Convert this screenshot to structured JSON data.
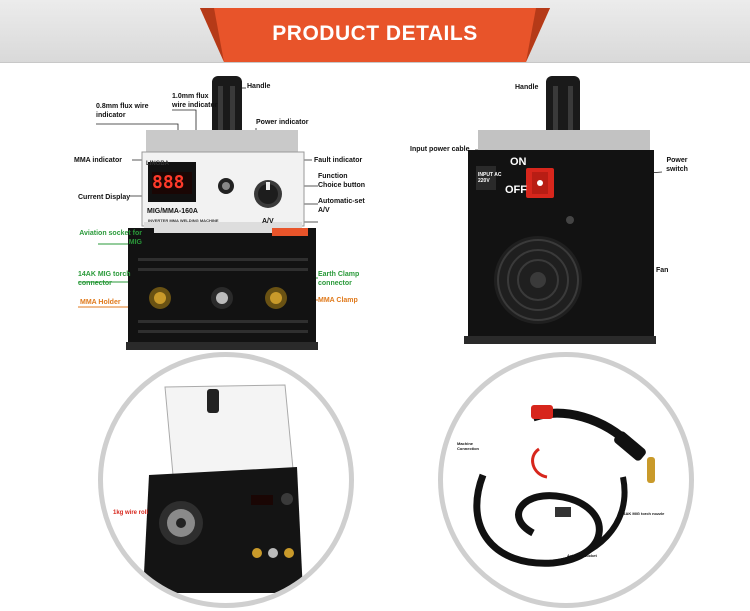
{
  "banner": {
    "title": "PRODUCT DETAILS",
    "color": "#e8542a"
  },
  "front": {
    "brand": "LINGBA",
    "model": "MIG/MMA-160A",
    "subtitle": "INVERTER MMA WELDING MACHINE",
    "display": "888",
    "labels": {
      "handle": "Handle",
      "flux08": "0.8mm flux wire indicator",
      "flux10": "1.0mm flux wire indicator",
      "power_indicator": "Power indicator",
      "mma_indicator": "MMA indicator",
      "fault_indicator": "Fault indicator",
      "function_choice": "Function Choice button",
      "current_display": "Current Display",
      "automatic_set": "Automatic-set A/V",
      "av": "A/V",
      "aviation_socket": "Aviation socket for MIG",
      "mig_torch": "14AK MIG torch connector",
      "mma_holder": "MMA  Holder",
      "earth_clamp": "Earth Clamp connector",
      "mma_clamp": "MMA Clamp"
    }
  },
  "back": {
    "labels": {
      "handle": "Handle",
      "input_cable": "Input power cable",
      "power_switch": "Power switch",
      "fan": "Fan",
      "on": "ON",
      "off": "OFF",
      "input_plate": "INPUT AC 220V"
    }
  },
  "inset_left": {
    "label": "1kg wire roll"
  },
  "inset_right": {
    "labels": {
      "machine_connection": "Machine Connection",
      "torch_nozzle": "14AK MIG torch nozzle",
      "aviation_socket": "Aviation Socket"
    }
  },
  "colors": {
    "green": "#2a9a3a",
    "orange": "#e07a1c",
    "red": "#d7261c"
  }
}
